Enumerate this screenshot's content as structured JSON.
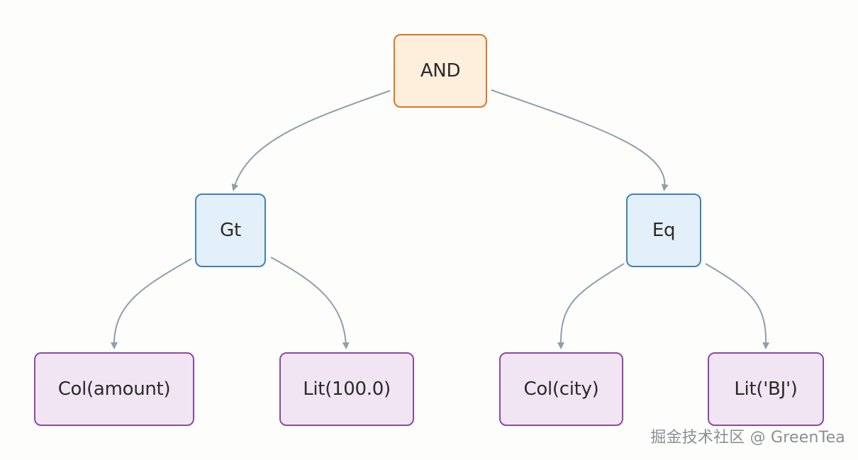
{
  "diagram": {
    "nodes": {
      "and": "AND",
      "gt": "Gt",
      "eq": "Eq",
      "col_amount": "Col(amount)",
      "lit_100": "Lit(100.0)",
      "col_city": "Col(city)",
      "lit_bj": "Lit('BJ')"
    },
    "edges": [
      [
        "AND",
        "Gt"
      ],
      [
        "AND",
        "Eq"
      ],
      [
        "Gt",
        "Col(amount)"
      ],
      [
        "Gt",
        "Lit(100.0)"
      ],
      [
        "Eq",
        "Col(city)"
      ],
      [
        "Eq",
        "Lit('BJ')"
      ]
    ],
    "colors": {
      "and_fill": "#fdefdc",
      "and_border": "#d9772a",
      "cmp_fill": "#e3eff9",
      "cmp_border": "#3f82b8",
      "leaf_fill": "#f1e5f3",
      "leaf_border": "#8c4aa3",
      "edge": "#8fa0a6"
    }
  },
  "watermark": "掘金技术社区 @ GreenTea"
}
